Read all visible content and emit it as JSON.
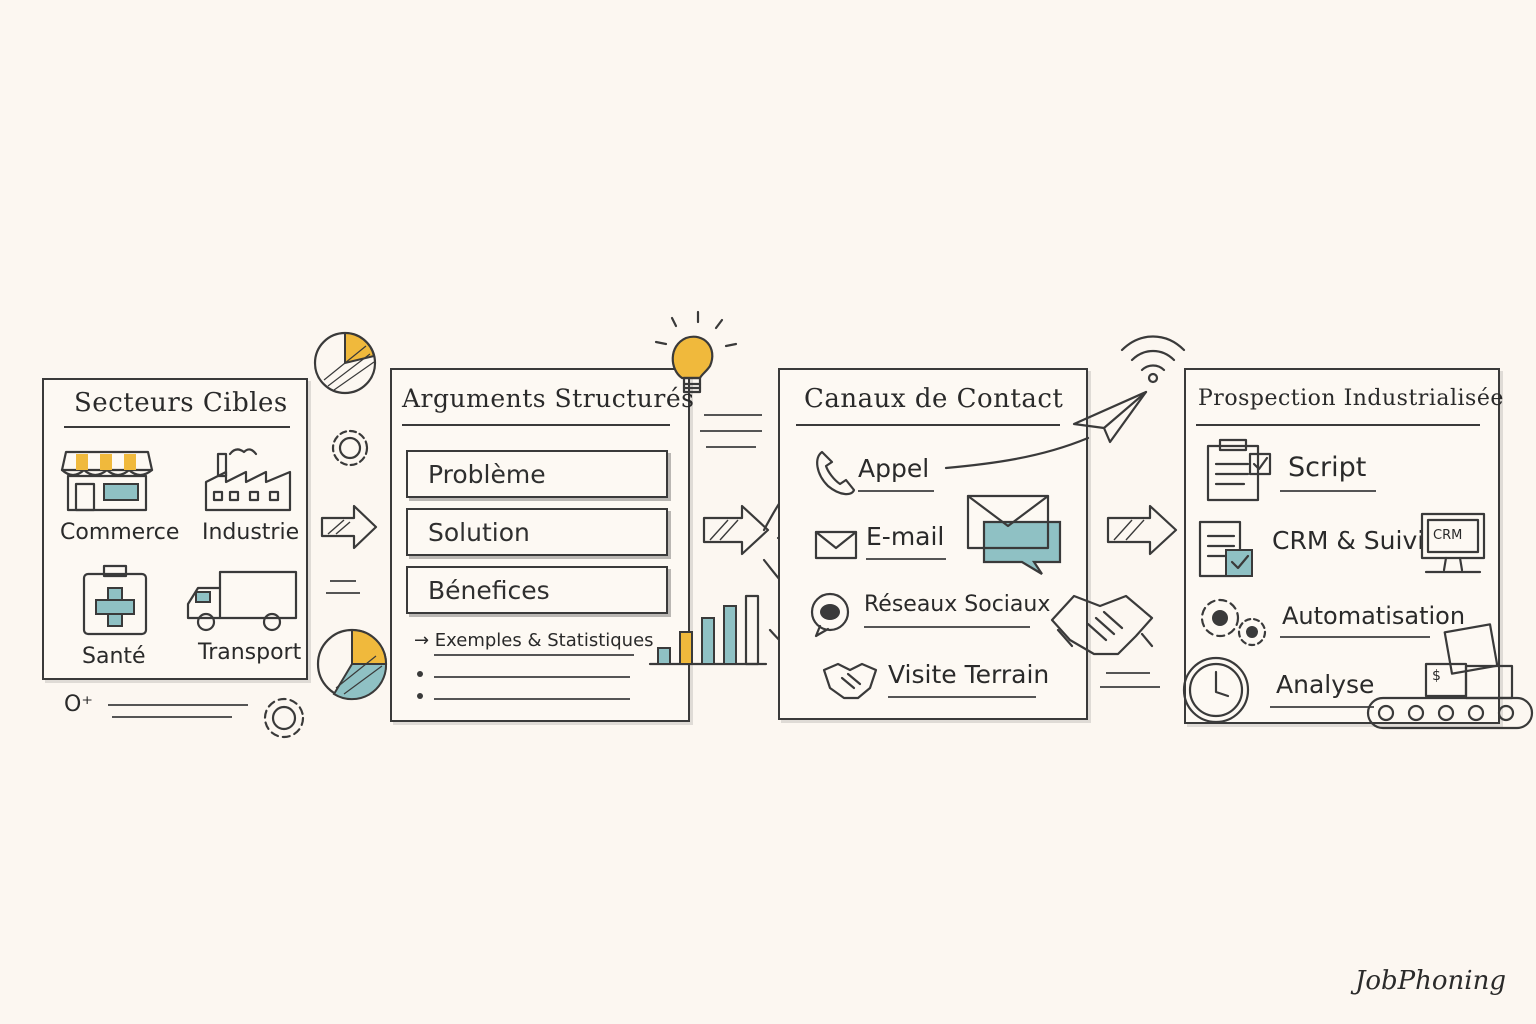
{
  "panels": {
    "secteurs": {
      "title": "Secteurs Cibles",
      "items": [
        "Commerce",
        "Industrie",
        "Santé",
        "Transport"
      ],
      "footer_mark": "O⁺"
    },
    "arguments": {
      "title": "Arguments Structurés",
      "boxes": [
        "Problème",
        "Solution",
        "Bénefices"
      ],
      "note": "→ Exemples & Statistiques"
    },
    "canaux": {
      "title": "Canaux de Contact",
      "items": [
        "Appel",
        "E-mail",
        "Réseaux Sociaux",
        "Visite Terrain"
      ]
    },
    "prospection": {
      "title": "Prospection Industrialisée",
      "items": [
        "Script",
        "CRM & Suivi",
        "Automatisation",
        "Analyse"
      ],
      "crm_screen": "CRM",
      "box_label": "$"
    }
  },
  "brand": "JobPhoning",
  "colors": {
    "accent_yellow": "#f0b93c",
    "accent_blue": "#8fc1c4",
    "ink": "#3a3a3a",
    "paper": "#fcf7f1"
  },
  "icons": [
    "shop-icon",
    "factory-icon",
    "medical-kit-icon",
    "truck-icon",
    "pie-chart-icon",
    "gear-icon",
    "arrow-icon",
    "lightbulb-icon",
    "bar-chart-icon",
    "phone-icon",
    "envelope-icon",
    "chat-bubble-icon",
    "handshake-icon",
    "wifi-icon",
    "paper-plane-icon",
    "clipboard-icon",
    "monitor-icon",
    "clock-icon",
    "conveyor-icon"
  ]
}
